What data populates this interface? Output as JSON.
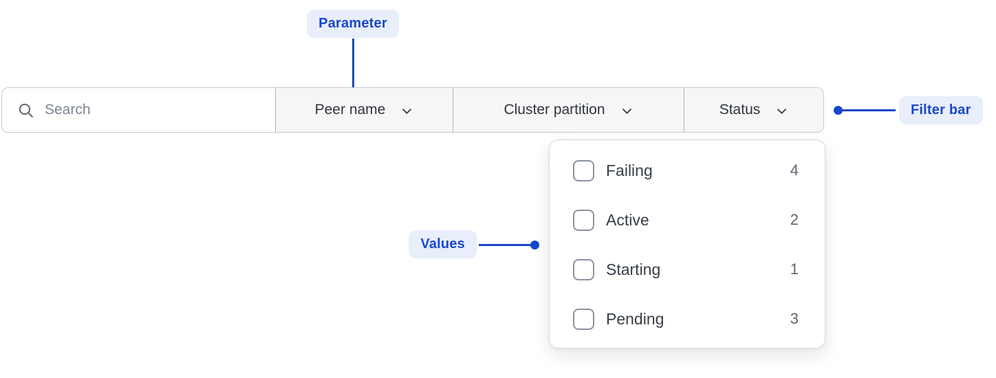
{
  "annotations": {
    "parameter_label": "Parameter",
    "filter_bar_label": "Filter bar",
    "values_label": "Values"
  },
  "filter_bar": {
    "search": {
      "placeholder": "Search",
      "value": ""
    },
    "parameters": [
      {
        "label": "Peer name"
      },
      {
        "label": "Cluster partition"
      },
      {
        "label": "Status"
      }
    ]
  },
  "dropdown": {
    "options": [
      {
        "label": "Failing",
        "count": 4,
        "checked": false
      },
      {
        "label": "Active",
        "count": 2,
        "checked": false
      },
      {
        "label": "Starting",
        "count": 1,
        "checked": false
      },
      {
        "label": "Pending",
        "count": 3,
        "checked": false
      }
    ]
  },
  "icons": {
    "search": "magnifying-glass",
    "chevron": "chevron-down",
    "checkbox": "empty-checkbox"
  },
  "colors": {
    "annotation_blue": "#1747cf",
    "annotation_pill_bg": "#e9eefb",
    "segment_bg": "#f6f6f7",
    "filter_bar_border": "#c3c7cd",
    "panel_border": "#d9dbdf",
    "text_primary": "#2f343c",
    "text_muted": "#5d6470",
    "placeholder": "#7d8492"
  }
}
